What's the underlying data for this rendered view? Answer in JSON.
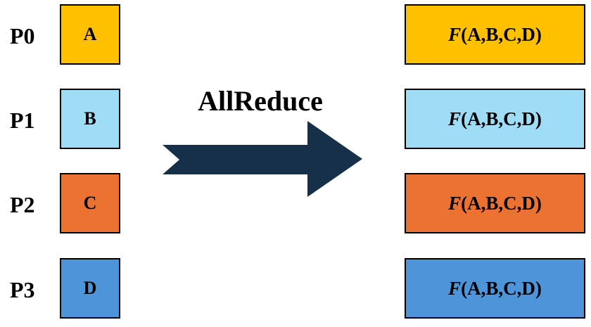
{
  "operation": {
    "label": "AllReduce"
  },
  "processes": [
    {
      "label": "P0",
      "input": "A",
      "output_fn": "F",
      "output_args": "(A,B,C,D)",
      "color": "#ffc000"
    },
    {
      "label": "P1",
      "input": "B",
      "output_fn": "F",
      "output_args": "(A,B,C,D)",
      "color": "#9fdcf5"
    },
    {
      "label": "P2",
      "input": "C",
      "output_fn": "F",
      "output_args": "(A,B,C,D)",
      "color": "#ec7232"
    },
    {
      "label": "P3",
      "input": "D",
      "output_fn": "F",
      "output_args": "(A,B,C,D)",
      "color": "#4e94d9"
    }
  ],
  "colors": {
    "arrow": "#17304a",
    "border": "#000000"
  }
}
